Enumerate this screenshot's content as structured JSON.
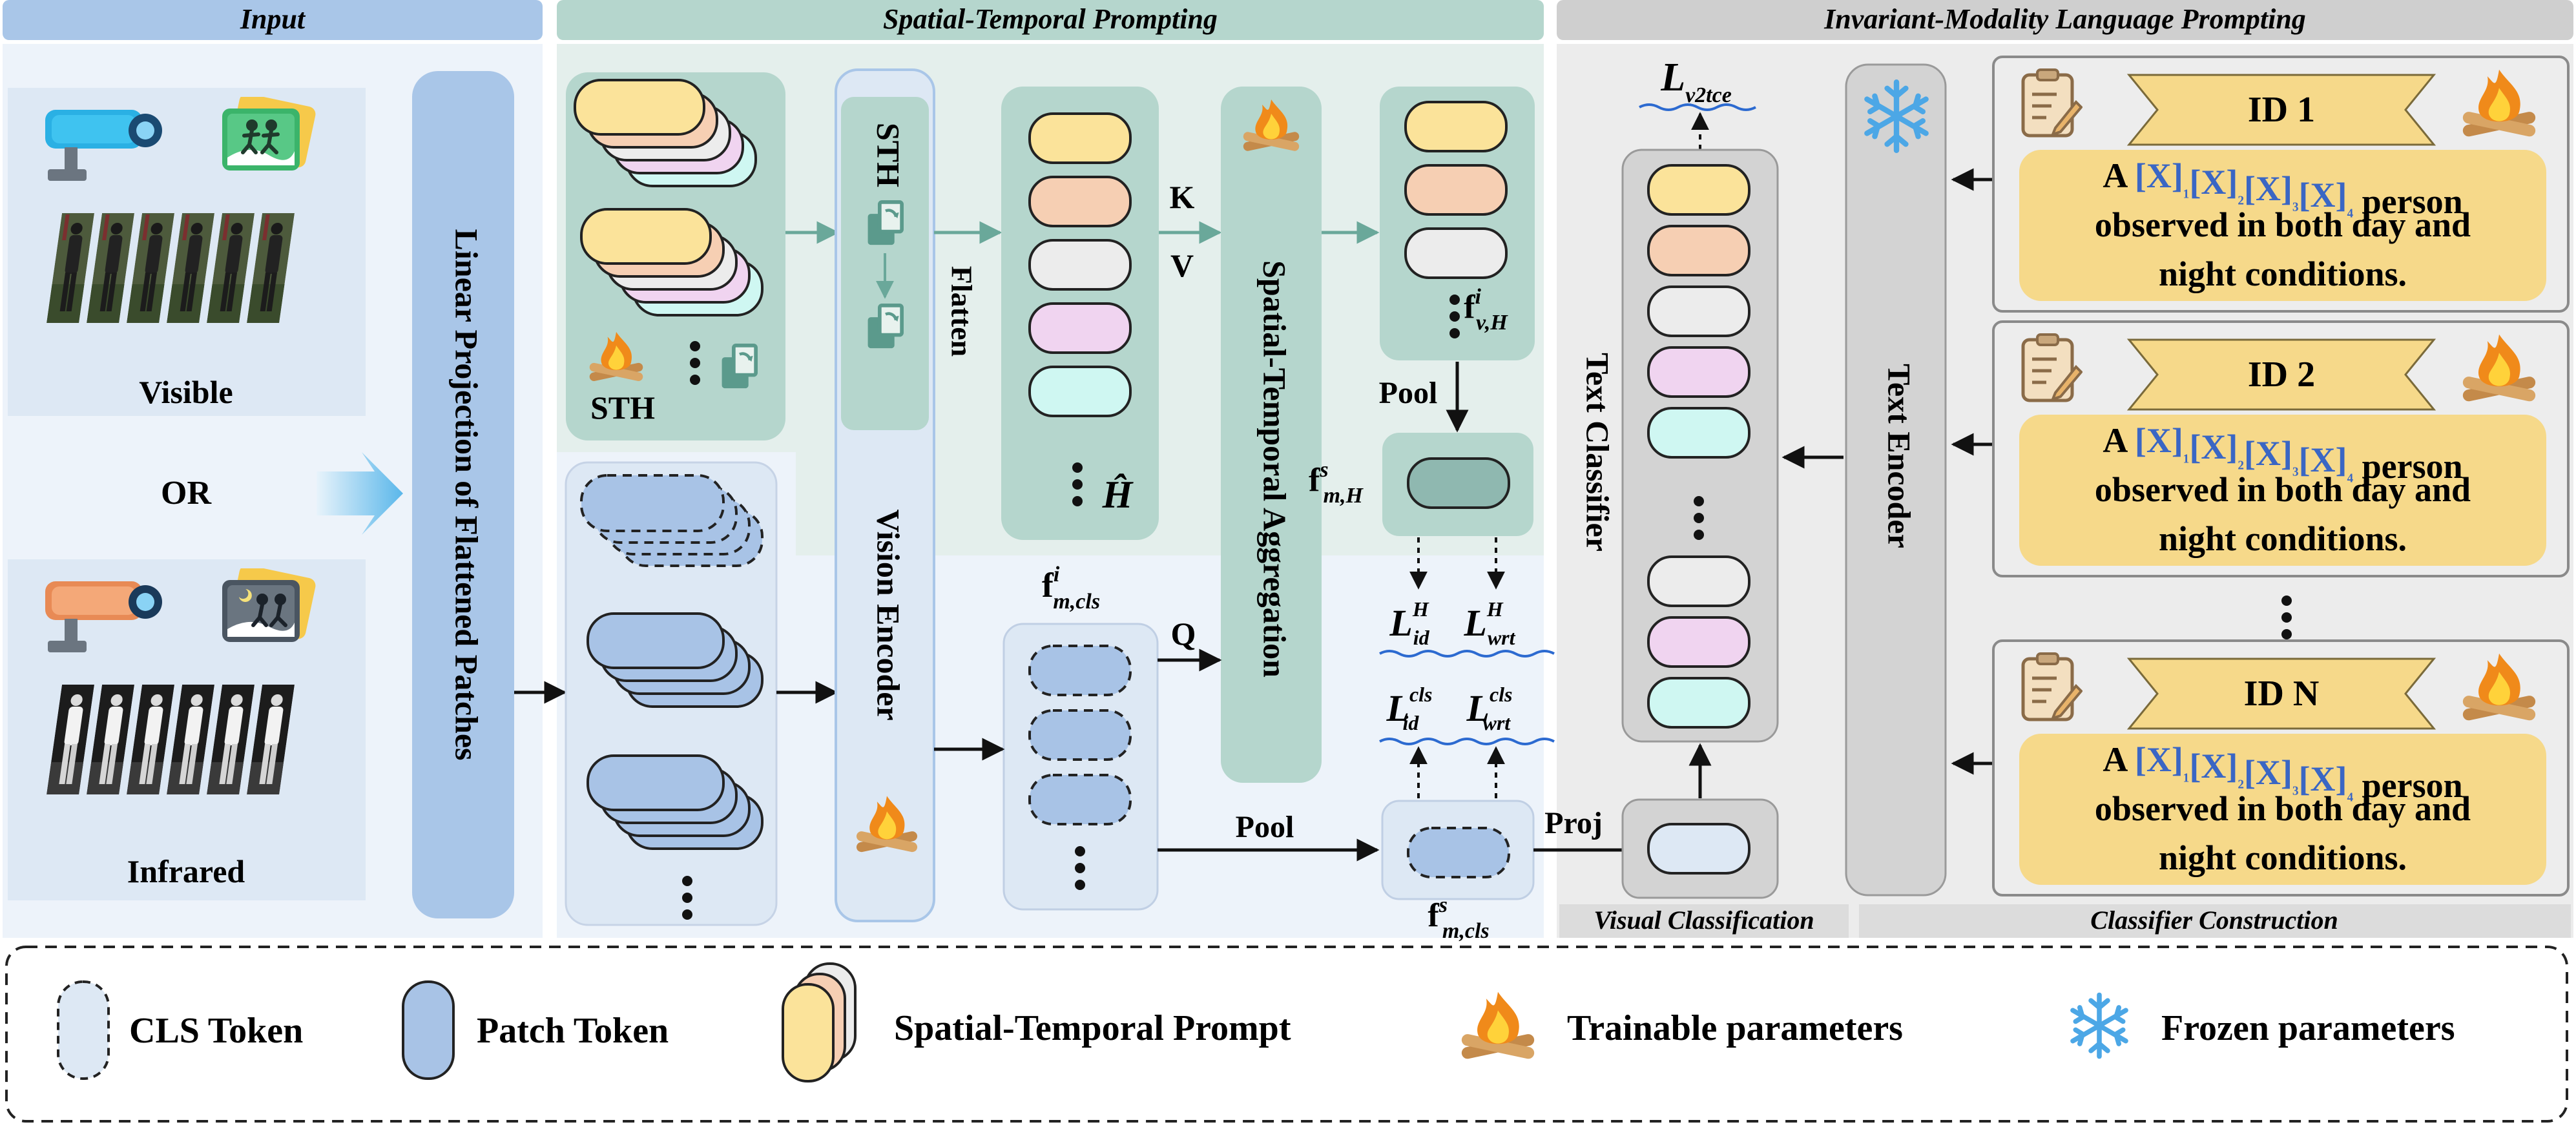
{
  "sections": {
    "input": "Input",
    "spatial_temporal": "Spatial-Temporal Prompting",
    "invariant": "Invariant-Modality Language Prompting",
    "visual_classification": "Visual Classification",
    "classifier_construction": "Classifier Construction"
  },
  "input": {
    "visible": "Visible",
    "or": "OR",
    "infrared": "Infrared",
    "linear_projection": "Linear Projection of Flattened Patches"
  },
  "stp": {
    "sth": "STH",
    "flatten": "Flatten",
    "vision_encoder": "Vision Encoder",
    "h_hat": "Ĥ",
    "k": "K",
    "v": "V",
    "q": "Q",
    "aggregation": "Spatial-Temporal Aggregation",
    "pool": "Pool",
    "proj": "Proj",
    "f": "f",
    "sub_vH": "v,H",
    "sup_i": "i",
    "sub_mH": "m,H",
    "sup_s": "s",
    "sub_mcls": "m,cls",
    "loss_L": "L",
    "sup_H": "H",
    "sup_cls": "cls",
    "sub_id": "id",
    "sub_wrt": "wrt"
  },
  "imlp": {
    "loss_v2tce_L": "L",
    "loss_v2tce_sub": "v2tce",
    "text_classifier": "Text Classifier",
    "text_encoder": "Text Encoder",
    "ids": [
      "ID 1",
      "ID 2",
      "ID N"
    ],
    "prompt_a": "A",
    "prompt_tokens": [
      "[X]",
      "₁",
      "[X]",
      "₂",
      "[X]",
      "₃",
      "[X]",
      "₄"
    ],
    "prompt_person": "person",
    "prompt_line2": "observed in both day and",
    "prompt_line3": "night conditions."
  },
  "legend": {
    "cls_token": "CLS Token",
    "patch_token": "Patch Token",
    "st_prompt": "Spatial-Temporal Prompt",
    "trainable": "Trainable parameters",
    "frozen": "Frozen parameters"
  },
  "colors": {
    "yellow": "#fbe39a",
    "orange": "#f6cfb3",
    "gray": "#ececec",
    "pink": "#f0d4f0",
    "cyan": "#cff7f2",
    "blue_token": "#a8c3e6",
    "teal_pool": "#8fb8b0",
    "header_blue": "#a9c6e8",
    "header_teal": "#b5d6cd",
    "header_gray": "#cfcfcf",
    "arrow_teal": "#6aa89a"
  }
}
